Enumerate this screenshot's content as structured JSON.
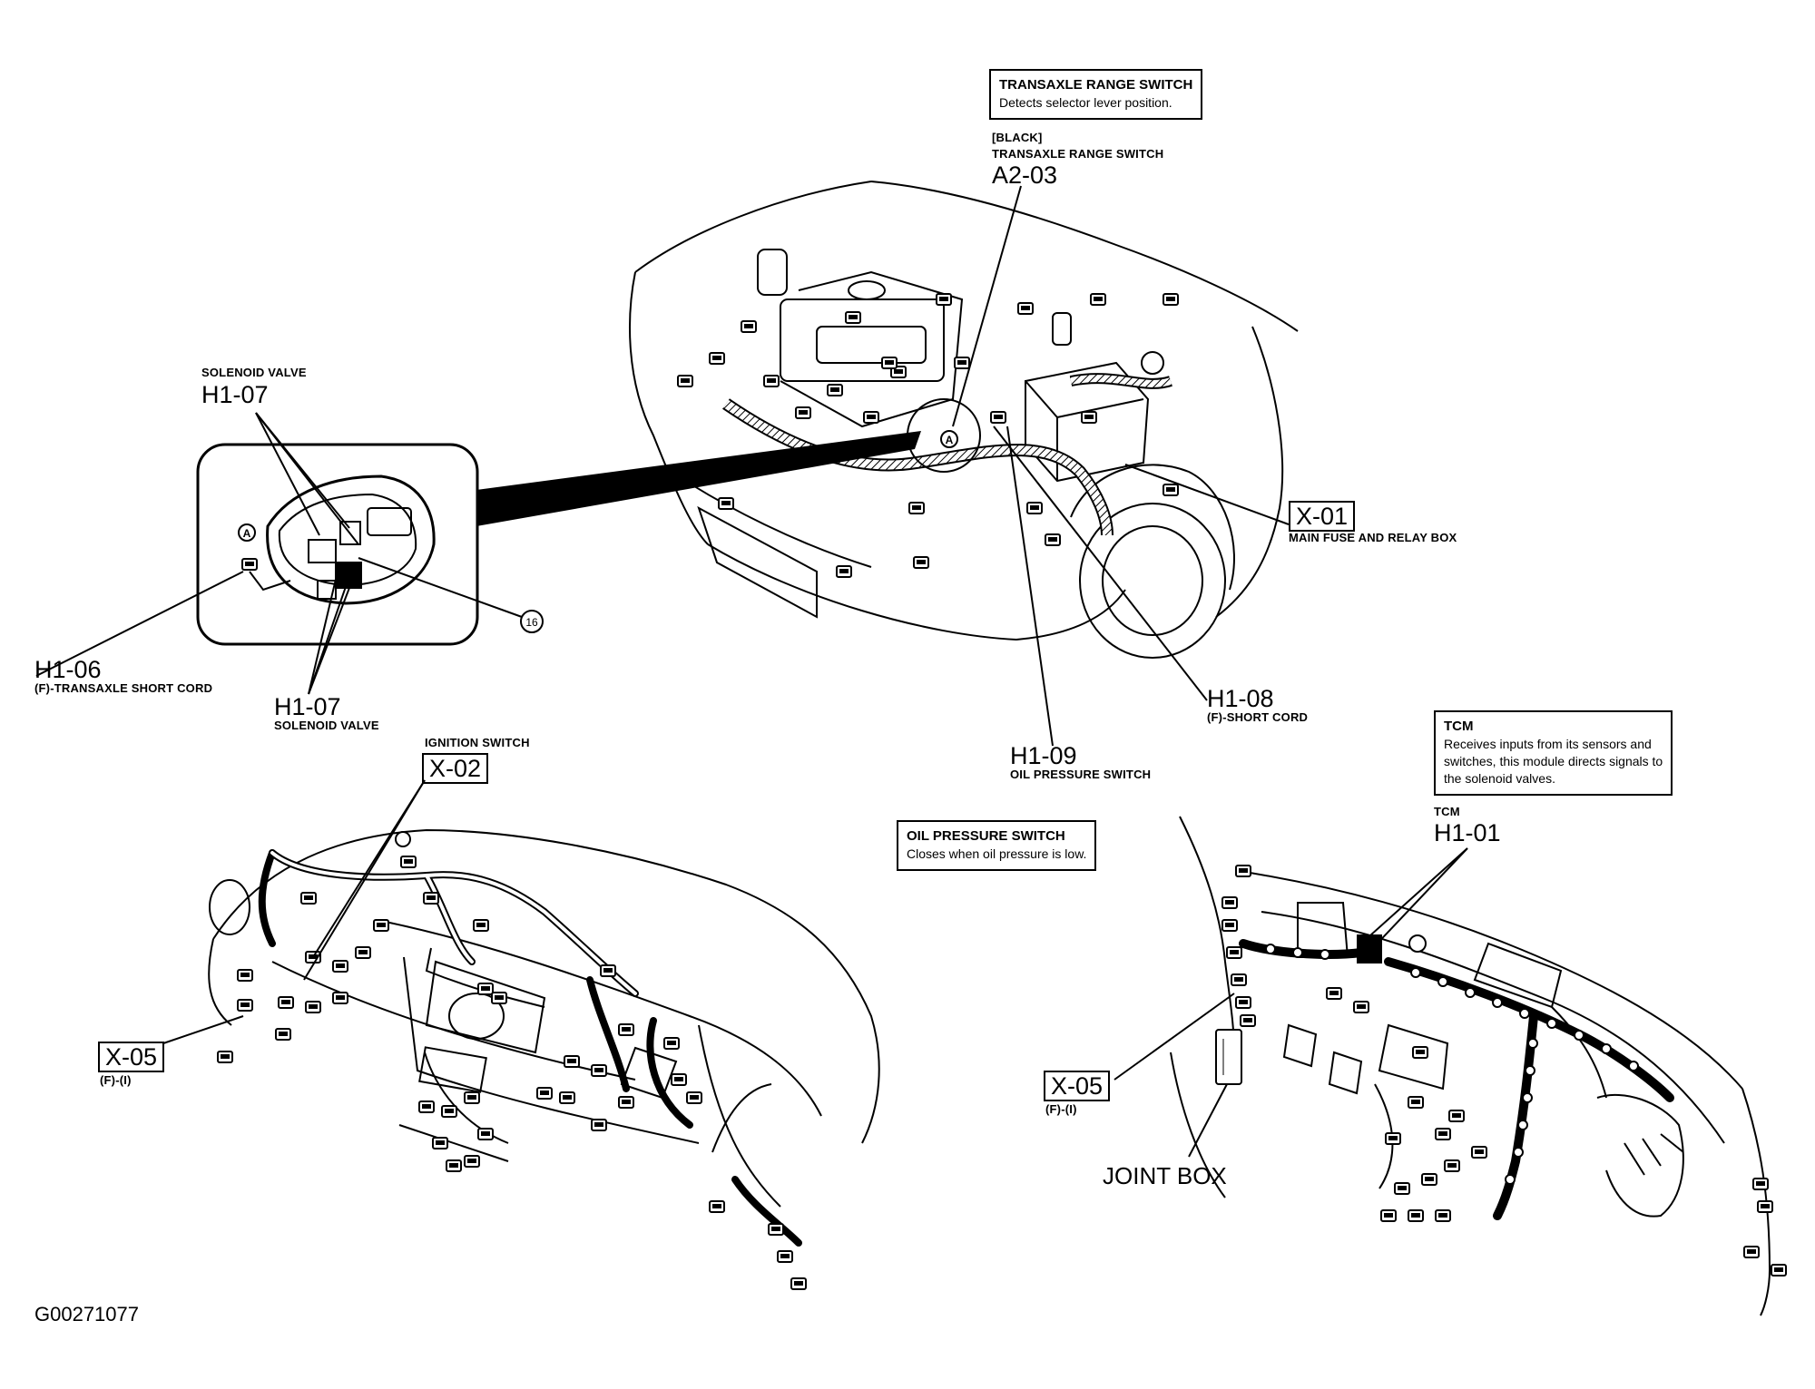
{
  "image_id": "G00271077",
  "notes": {
    "trs": {
      "title": "TRANSAXLE RANGE SWITCH",
      "text": "Detects selector lever position."
    },
    "ops": {
      "title": "OIL PRESSURE SWITCH",
      "text": "Closes when oil pressure is low."
    },
    "tcm": {
      "title": "TCM",
      "lines": [
        "Receives inputs from its sensors and",
        "switches, this module directs signals to",
        "the solenoid valves."
      ]
    }
  },
  "callouts": {
    "a2_03": {
      "pre1": "[BLACK]",
      "pre2": "TRANSAXLE RANGE SWITCH",
      "code": "A2-03"
    },
    "h1_07_top": {
      "sub": "SOLENOID VALVE",
      "code": "H1-07"
    },
    "h1_07_bot": {
      "code": "H1-07",
      "sub": "SOLENOID VALVE"
    },
    "h1_06": {
      "code": "H1-06",
      "sub": "(F)-TRANSAXLE SHORT CORD"
    },
    "x_01": {
      "code": "X-01",
      "sub": "MAIN FUSE AND RELAY BOX"
    },
    "h1_08": {
      "code": "H1-08",
      "sub": "(F)-SHORT CORD"
    },
    "h1_09": {
      "code": "H1-09",
      "sub": "OIL PRESSURE SWITCH"
    },
    "x_02": {
      "sub": "IGNITION SWITCH",
      "code": "X-02"
    },
    "x_05_left": {
      "code": "X-05",
      "sub": "(F)-(I)"
    },
    "x_05_right": {
      "code": "X-05",
      "sub": "(F)-(I)"
    },
    "h1_01": {
      "sub": "TCM",
      "code": "H1-01"
    },
    "joint_box": {
      "label": "JOINT BOX"
    },
    "marker_16": {
      "label": "16"
    },
    "marker_a": {
      "label": "A"
    }
  }
}
